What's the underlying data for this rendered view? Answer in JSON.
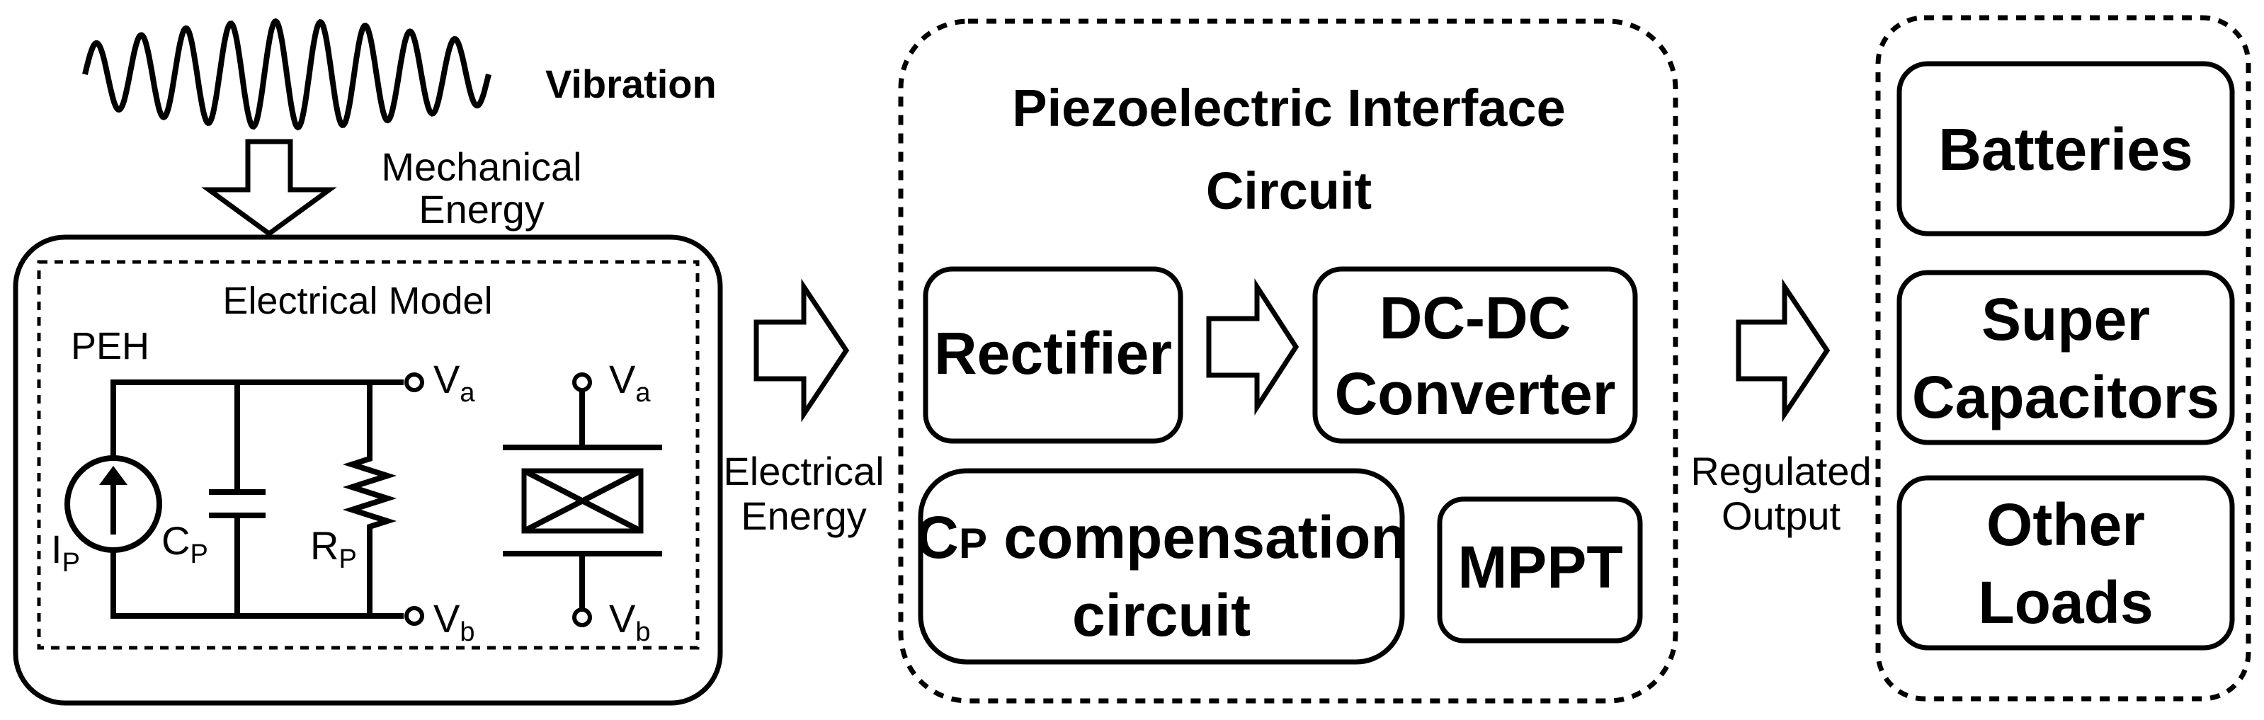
{
  "vibration_label": "Vibration",
  "mechanical_label": [
    "Mechanical",
    "Energy"
  ],
  "peh": {
    "electrical_model_title": "Electrical Model",
    "peh_label": "PEH",
    "ip": {
      "main": "I",
      "sub": "P"
    },
    "cp": {
      "main": "C",
      "sub": "P"
    },
    "rp": {
      "main": "R",
      "sub": "P"
    },
    "va": {
      "main": "V",
      "sub": "a"
    },
    "vb": {
      "main": "V",
      "sub": "b"
    }
  },
  "electrical_energy_label": [
    "Electrical",
    "Energy"
  ],
  "interface": {
    "title": [
      "Piezoelectric Interface",
      "Circuit"
    ],
    "rectifier": "Rectifier",
    "dcdc": [
      "DC-DC",
      "Converter"
    ],
    "cp_comp": {
      "c": "C",
      "p": "P",
      "rest": " compensation",
      "line2": "circuit"
    },
    "mppt": "MPPT"
  },
  "regulated_output_label": [
    "Regulated",
    "Output"
  ],
  "loads": {
    "batteries": "Batteries",
    "super_caps": [
      "Super",
      "Capacitors"
    ],
    "other_loads": [
      "Other",
      "Loads"
    ]
  }
}
